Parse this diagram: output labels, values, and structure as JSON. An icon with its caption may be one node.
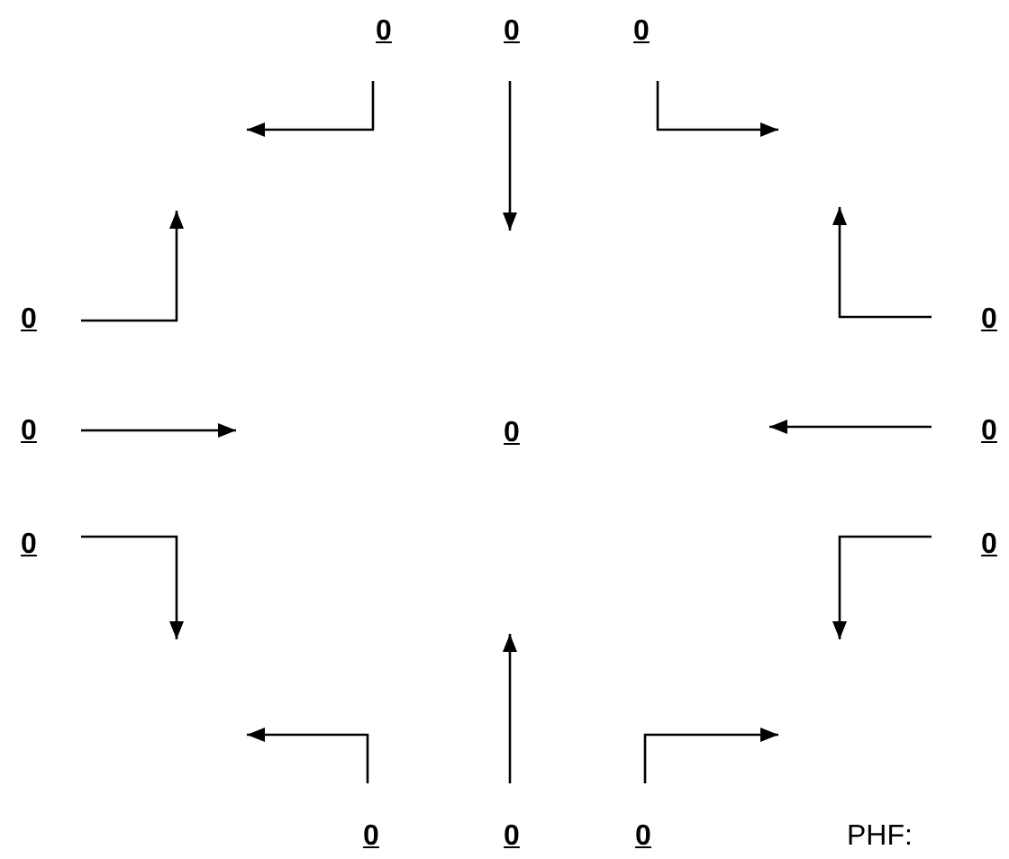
{
  "diagram": {
    "nodes": [
      {
        "text": [
          "0"
        ]
      },
      {
        "text": [
          "0"
        ]
      },
      {
        "text": [
          "0"
        ]
      },
      {
        "text": [
          "0"
        ]
      },
      {
        "text": [
          "0"
        ]
      },
      {
        "text": [
          "0"
        ]
      },
      {
        "text": [
          "0"
        ]
      },
      {
        "text": [
          "0"
        ]
      },
      {
        "text": [
          "0"
        ]
      },
      {
        "text": [
          "0"
        ]
      },
      {
        "text": [
          "0"
        ]
      },
      {
        "text": [
          "0"
        ]
      },
      {
        "text": [
          "0"
        ]
      }
    ],
    "edges": [
      {
        "from": 0,
        "to": null,
        "arrow": "to"
      },
      {
        "from": 1,
        "to": null,
        "arrow": "to"
      },
      {
        "from": 2,
        "to": null,
        "arrow": "to"
      },
      {
        "from": 3,
        "to": null,
        "arrow": "to"
      },
      {
        "from": 4,
        "to": null,
        "arrow": "to"
      },
      {
        "from": 5,
        "to": null,
        "arrow": "to"
      },
      {
        "from": 7,
        "to": null,
        "arrow": "to"
      },
      {
        "from": 8,
        "to": null,
        "arrow": "to"
      },
      {
        "from": 9,
        "to": null,
        "arrow": "to"
      },
      {
        "from": 10,
        "to": null,
        "arrow": "to"
      },
      {
        "from": 11,
        "to": null,
        "arrow": "to"
      },
      {
        "from": 12,
        "to": null,
        "arrow": "to"
      }
    ],
    "labels": [
      "PHF:"
    ]
  }
}
